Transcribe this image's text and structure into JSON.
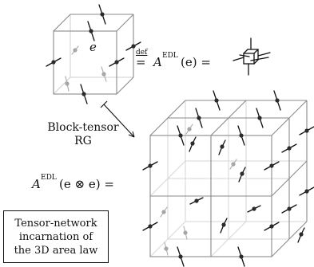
{
  "cube_label": "e",
  "definition": {
    "def_symbol": "def",
    "equals": "=",
    "lhs": "A",
    "superscript": "EDL",
    "argument": "(e) ="
  },
  "rg_label": {
    "line1": "Block-tensor",
    "line2": "RG"
  },
  "block_equation": {
    "lhs": "A",
    "superscript": "EDL",
    "argument": "(e ⊗ e) ="
  },
  "note": {
    "line1": "Tensor-network",
    "line2": "incarnation of",
    "line3": "the 3D area law"
  },
  "colors": {
    "edge_front": "#8a8a8a",
    "edge_back": "#c9c9c9",
    "node_front": "#2a2a2a",
    "node_back": "#a6a6a6",
    "leg": "#111111"
  }
}
